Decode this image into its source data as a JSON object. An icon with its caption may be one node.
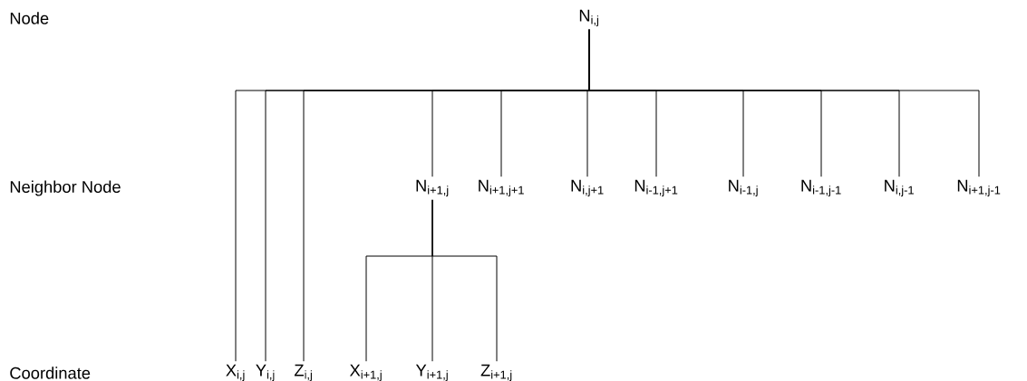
{
  "diagram": {
    "nodes": [
      {
        "text": [
          "N$_{i,j}$"
        ]
      },
      {
        "text": [
          "N$_{i+1,j}$"
        ]
      },
      {
        "text": [
          "N$_{i+1,j+1}$"
        ]
      },
      {
        "text": [
          "N$_{i,j+1}$"
        ]
      },
      {
        "text": [
          "N$_{i-1,j+1}$"
        ]
      },
      {
        "text": [
          "N$_{i-1,j}$"
        ]
      },
      {
        "text": [
          "N$_{i-1,j-1}$"
        ]
      },
      {
        "text": [
          "N$_{i,j-1}$"
        ]
      },
      {
        "text": [
          "N$_{i+1,j-1}$"
        ]
      },
      {
        "text": [
          "X$_{i,j}$"
        ]
      },
      {
        "text": [
          "Y$_{i,j}$"
        ]
      },
      {
        "text": [
          "Z$_{i,j}$"
        ]
      },
      {
        "text": [
          "X$_{i+1,j}$"
        ]
      },
      {
        "text": [
          "Y$_{i+1,j}$"
        ]
      },
      {
        "text": [
          "Z$_{i+1,j}$"
        ]
      }
    ],
    "edges": [
      {
        "from": 0,
        "to": 9,
        "arrow": "none"
      },
      {
        "from": 0,
        "to": 10,
        "arrow": "none"
      },
      {
        "from": 0,
        "to": 11,
        "arrow": "none"
      },
      {
        "from": 0,
        "to": 1,
        "arrow": "none"
      },
      {
        "from": 0,
        "to": 2,
        "arrow": "none"
      },
      {
        "from": 0,
        "to": 3,
        "arrow": "none"
      },
      {
        "from": 0,
        "to": 4,
        "arrow": "none"
      },
      {
        "from": 0,
        "to": 5,
        "arrow": "none"
      },
      {
        "from": 0,
        "to": 6,
        "arrow": "none"
      },
      {
        "from": 0,
        "to": 7,
        "arrow": "none"
      },
      {
        "from": 0,
        "to": 8,
        "arrow": "none"
      },
      {
        "from": 1,
        "to": 12,
        "arrow": "none"
      },
      {
        "from": 1,
        "to": 13,
        "arrow": "none"
      },
      {
        "from": 1,
        "to": 14,
        "arrow": "none"
      }
    ],
    "labels": [
      "Node",
      "Neighbor Node",
      "Coordinate"
    ]
  }
}
